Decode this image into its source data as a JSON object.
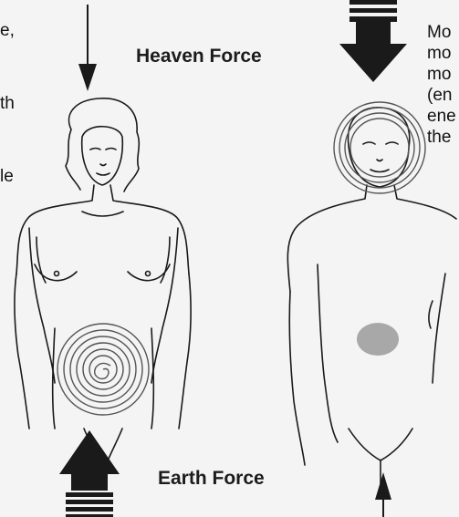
{
  "labels": {
    "heaven_force": "Heaven Force",
    "earth_force": "Earth Force"
  },
  "right_text_fragments": [
    "Mo",
    "mo",
    "mo",
    "(en",
    "ene",
    "the"
  ],
  "left_text_fragments": [
    "e,",
    "",
    "th",
    "",
    "",
    "le"
  ],
  "colors": {
    "background": "#f4f4f4",
    "line": "#1a1a1a",
    "spiral": "#555555",
    "center_spot": "#a8a8a8"
  },
  "icons": [
    "heaven-force-arrow-icon",
    "earth-force-arrow-icon",
    "thin-down-arrow-icon",
    "thin-up-arrow-icon"
  ]
}
